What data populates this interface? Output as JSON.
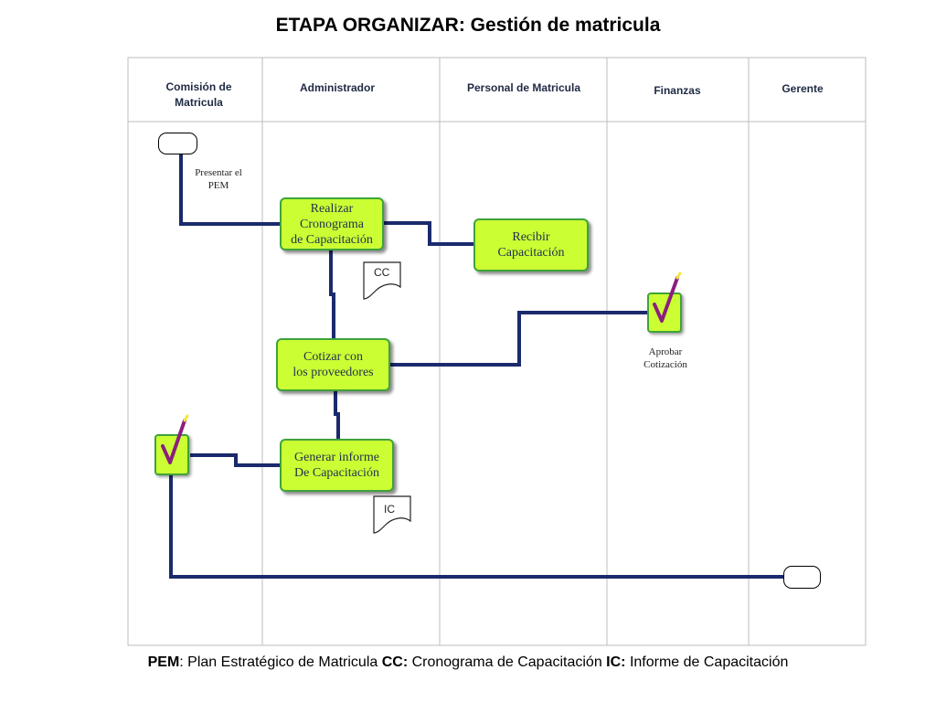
{
  "title": "ETAPA ORGANIZAR: Gestión  de matricula",
  "lanes": [
    {
      "label": "Comisión  de\nMatricula"
    },
    {
      "label": "Administrador"
    },
    {
      "label": "Personal de Matricula"
    },
    {
      "label": "Finanzas"
    },
    {
      "label": "Gerente"
    }
  ],
  "tasks": {
    "realizar": "Realizar\nCronograma\nde Capacitación",
    "recibir": "Recibir\nCapacitación",
    "cotizar": "Cotizar con\nlos proveedores",
    "generar": "Generar informe\nDe Capacitación"
  },
  "captions": {
    "presentar": "Presentar el\nPEM",
    "aprobar": "Aprobar\nCotización"
  },
  "documents": {
    "cc": "CC",
    "ic": "IC"
  },
  "icons": {
    "check": "checkmark-icon",
    "terminal": "terminator-shape",
    "document": "document-shape"
  },
  "colors": {
    "task_fill": "#ccff33",
    "task_border": "#3ea33a",
    "connector": "#1a2a6c",
    "check_mark": "#b03aa8"
  },
  "legend": {
    "pem_key": "PEM",
    "pem_text": ": Plan Estratégico de Matricula ",
    "cc_key": "CC:",
    "cc_text": " Cronograma de Capacitación ",
    "ic_key": "IC:",
    "ic_text": " Informe de Capacitación"
  }
}
